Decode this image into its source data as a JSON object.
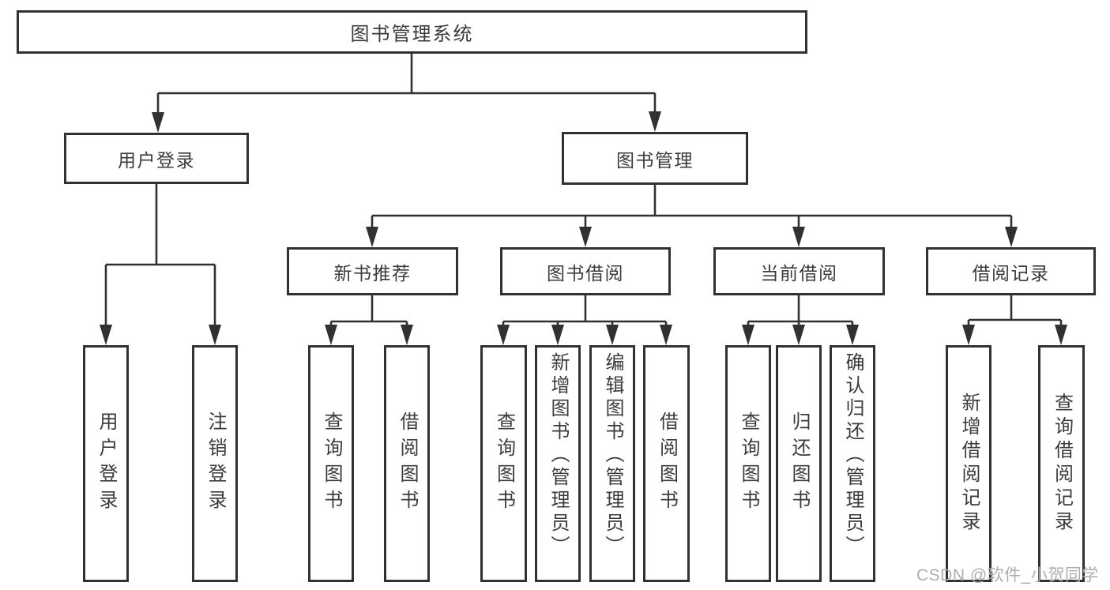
{
  "diagram": {
    "root": {
      "label": "图书管理系统"
    },
    "level2": [
      {
        "label": "用户登录"
      },
      {
        "label": "图书管理"
      }
    ],
    "level3": [
      {
        "label": "新书推荐"
      },
      {
        "label": "图书借阅"
      },
      {
        "label": "当前借阅"
      },
      {
        "label": "借阅记录"
      }
    ],
    "leaves": [
      {
        "label": "用户登录"
      },
      {
        "label": "注销登录"
      },
      {
        "label": "查询图书"
      },
      {
        "label": "借阅图书"
      },
      {
        "label": "查询图书"
      },
      {
        "label": "新增图书（管理员）"
      },
      {
        "label": "编辑图书（管理员）"
      },
      {
        "label": "借阅图书"
      },
      {
        "label": "查询图书"
      },
      {
        "label": "归还图书"
      },
      {
        "label": "确认归还（管理员）"
      },
      {
        "label": "新增借阅记录"
      },
      {
        "label": "查询借阅记录"
      }
    ]
  },
  "watermark": {
    "text": "CSDN @软件_小贺同学"
  },
  "colors": {
    "line": "#313131",
    "text": "#3b3b3b",
    "watermark": "#aeaeae",
    "background": "#ffffff"
  }
}
